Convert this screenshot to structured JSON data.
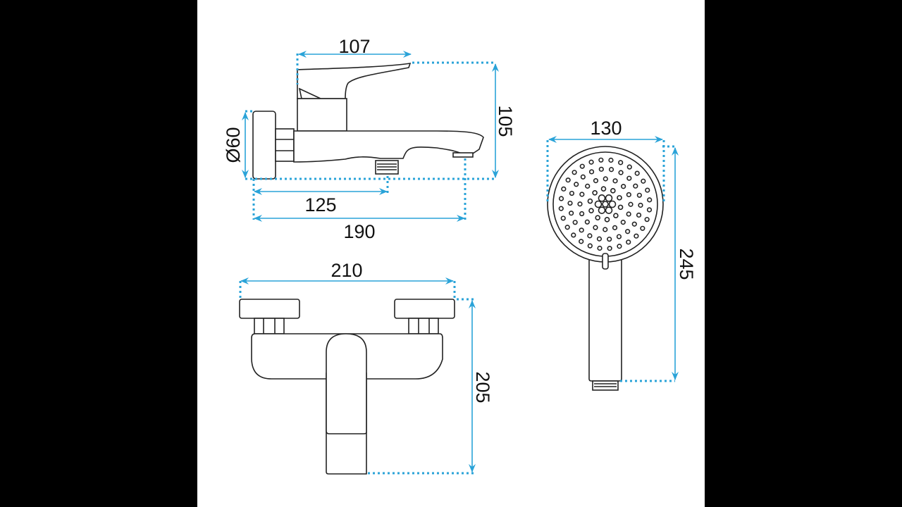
{
  "dimensions": {
    "lever_length": "107",
    "side_height": "105",
    "flange_diameter": "Ø60",
    "outlet_depth": "125",
    "spout_depth": "190",
    "front_width": "210",
    "front_height": "205",
    "head_diameter": "130",
    "handshower_length": "245"
  },
  "colors": {
    "dimension": "#2aa3d8",
    "outline": "#222222",
    "background": "#ffffff"
  }
}
